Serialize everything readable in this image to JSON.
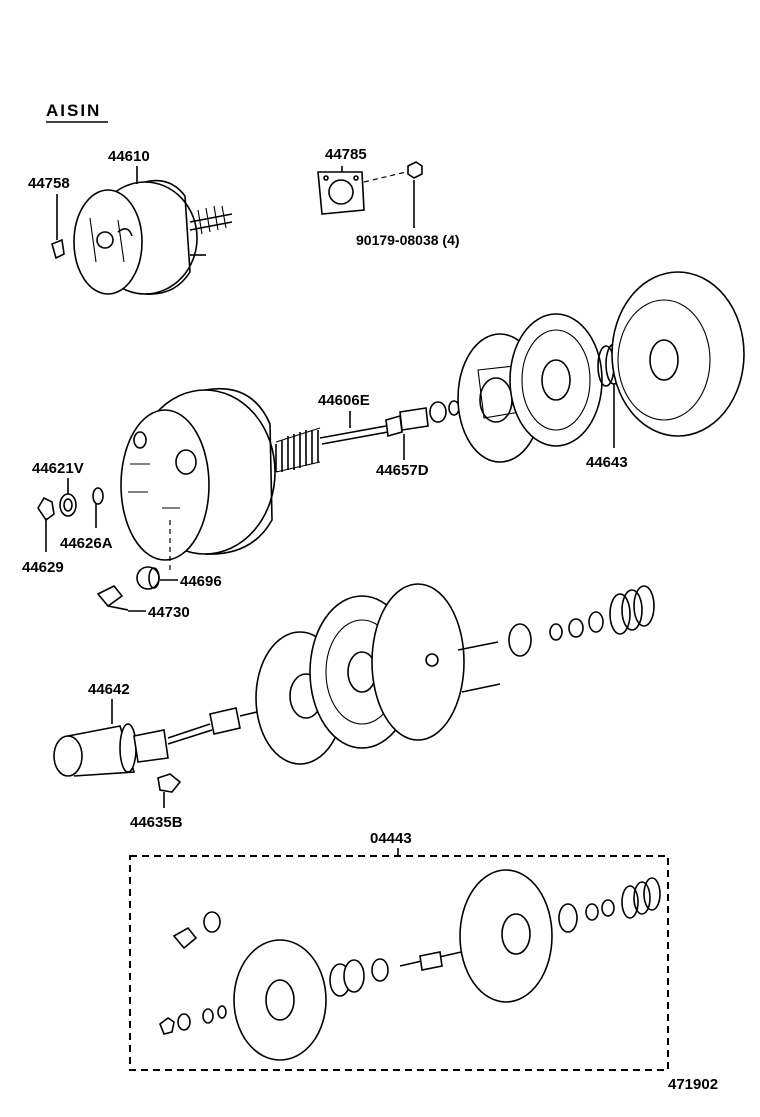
{
  "brand": "AISIN",
  "diagram_id": "471902",
  "parts": {
    "booster_assembly": "44610",
    "clip_upper": "44758",
    "gasket": "44785",
    "nut": "90179-08038 (4)",
    "push_rod": "44606E",
    "valve_body_seal": "44657D",
    "return_spring": "44643",
    "seal_front": "44621V",
    "retainer_ring": "44626A",
    "clip_lower": "44629",
    "grommet": "44696",
    "check_valve": "44730",
    "valve_assembly": "44642",
    "key_clip": "44635B",
    "kit": "04443"
  }
}
